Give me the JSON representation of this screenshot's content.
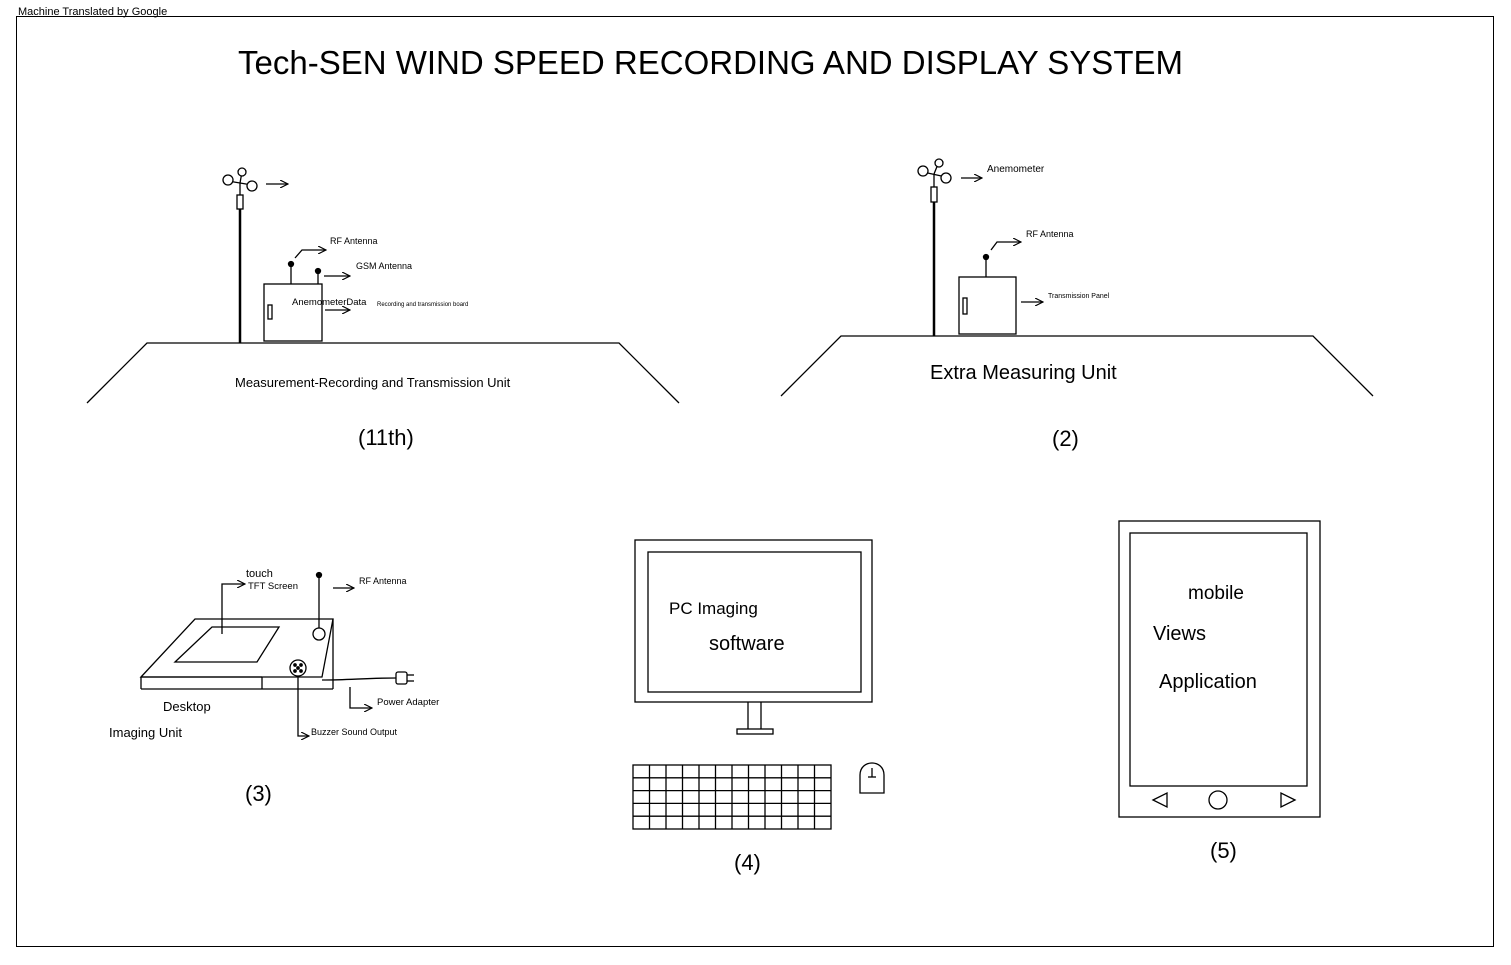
{
  "watermark": "Machine Translated by Google",
  "title": "Tech-SEN WIND SPEED RECORDING AND DISPLAY SYSTEM",
  "unit1": {
    "rf_antenna": "RF Antenna",
    "gsm_antenna": "GSM Antenna",
    "box_text": "AnemometerData",
    "board_label": "Recording and transmission board",
    "name": "Measurement-Recording and Transmission Unit",
    "number": "(11th)"
  },
  "unit2": {
    "anemometer": "Anemometer",
    "rf_antenna": "RF Antenna",
    "panel": "Transmission Panel",
    "name": "Extra Measuring Unit",
    "number": "(2)"
  },
  "unit3": {
    "touch": "touch",
    "tft": "TFT Screen",
    "rf_antenna": "RF Antenna",
    "power": "Power Adapter",
    "buzzer": "Buzzer Sound Output",
    "desktop": "Desktop",
    "imaging": "Imaging Unit",
    "number": "(3)"
  },
  "unit4": {
    "line1": "PC Imaging",
    "line2": "software",
    "number": "(4)"
  },
  "unit5": {
    "line1": "mobile",
    "line2": "Views",
    "line3": "Application",
    "number": "(5)"
  }
}
